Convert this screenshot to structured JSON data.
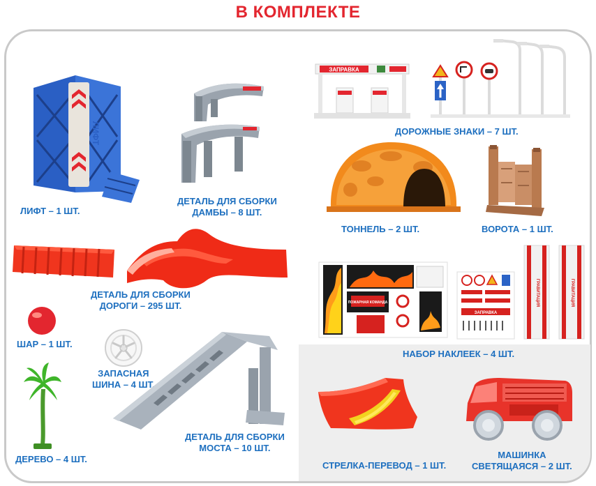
{
  "page": {
    "title": "В КОМПЛЕКТЕ"
  },
  "colors": {
    "title": "#e3262f",
    "label": "#1d6fbf",
    "frame": "#c9c9c9",
    "panel": "#eeeeee"
  },
  "items": {
    "lift": {
      "label": "ЛИФТ – 1 ШТ.",
      "print": "ЛИФТ",
      "icon": "blue-lift-tower"
    },
    "dam": {
      "label_line1": "ДЕТАЛЬ ДЛЯ СБОРКИ",
      "label_line2": "ДАМБЫ – 8 ШТ.",
      "icon": "grey-dam-pieces"
    },
    "gas_station": {
      "print": "ЗАПРАВКА",
      "icon": "gas-station"
    },
    "road_signs": {
      "label": "ДОРОЖНЫЕ ЗНАКИ – 7 ШТ.",
      "icon": "road-signs-and-lamps"
    },
    "tunnel": {
      "label": "ТОННЕЛЬ – 2 ШТ.",
      "icon": "orange-tunnel"
    },
    "gate": {
      "label": "ВОРОТА – 1 ШТ.",
      "icon": "brown-gate"
    },
    "road": {
      "label_line1": "ДЕТАЛЬ ДЛЯ СБОРКИ",
      "label_line2": "ДОРОГИ – 295 ШТ.",
      "icon": "red-road-pieces"
    },
    "stickers": {
      "label": "НАБОР НАКЛЕЕК – 4 ШТ.",
      "print_fire": "ПОЖАРНАЯ КОМАНДА",
      "print_station": "ЗАПРАВКА",
      "print_strip": "ГРАВИТАЦИЯ",
      "icon": "sticker-sheets"
    },
    "ball": {
      "label": "ШАР – 1 ШТ.",
      "icon": "red-ball"
    },
    "tire": {
      "label_line1": "ЗАПАСНАЯ",
      "label_line2": "ШИНА – 4 ШТ.",
      "icon": "spare-tire"
    },
    "bridge": {
      "label_line1": "ДЕТАЛЬ ДЛЯ СБОРКИ",
      "label_line2": "МОСТА – 10 ШТ.",
      "icon": "grey-bridge-ramp"
    },
    "tree": {
      "label": "ДЕРЕВО – 4 ШТ.",
      "icon": "palm-tree"
    },
    "switch": {
      "label": "СТРЕЛКА-ПЕРЕВОД – 1 ШТ.",
      "icon": "track-switch"
    },
    "car": {
      "label_line1": "МАШИНКА",
      "label_line2": "СВЕТЯЩАЯСЯ – 2 ШТ.",
      "icon": "glowing-fire-truck"
    }
  }
}
